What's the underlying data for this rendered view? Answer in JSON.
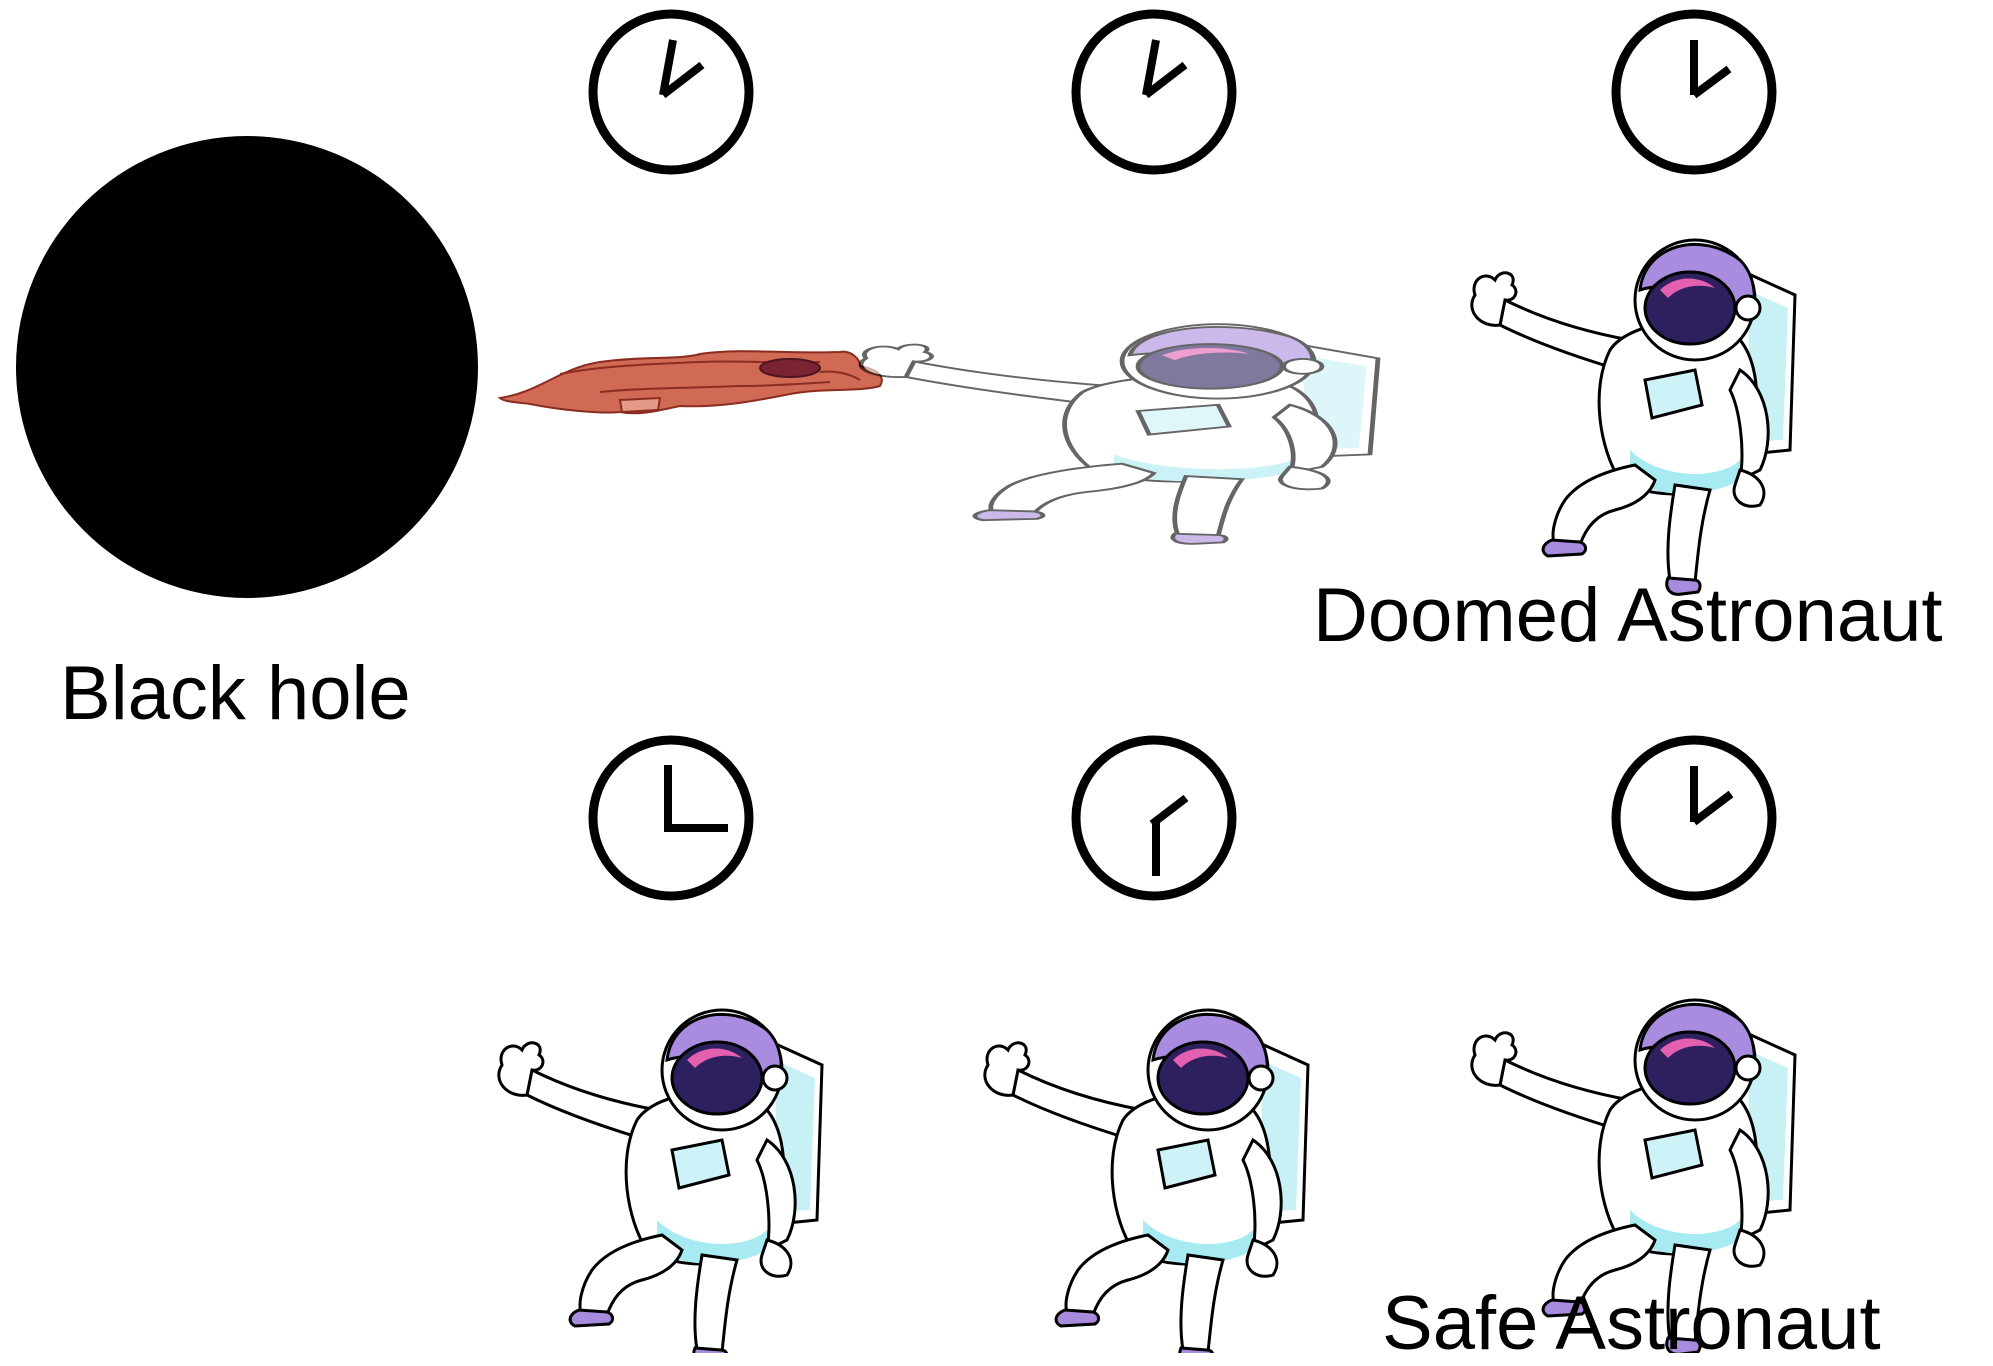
{
  "labels": {
    "black_hole": "Black hole",
    "doomed": "Doomed Astronaut",
    "safe": "Safe Astronaut"
  },
  "colors": {
    "ink": "#000000",
    "suit": "#ffffff",
    "visor": "#2e1f5e",
    "helmet_shell": "#a98be0",
    "suit_shadow": "#9fe4ee",
    "spaghettified": "#c9604c",
    "fading_suit": "#f6dcc8"
  },
  "icons": {
    "black_hole": "black-hole-disc",
    "clock": "clock-icon",
    "astronaut": "astronaut-icon",
    "remains": "spaghettified-remains"
  },
  "rows": [
    {
      "name": "doomed",
      "clocks_minutes": [
        7,
        7,
        5
      ],
      "astronaut_states": [
        "spaghettified",
        "stretched-fading",
        "intact"
      ]
    },
    {
      "name": "safe",
      "clocks_minutes": [
        15,
        2,
        5
      ],
      "astronaut_states": [
        "intact",
        "intact",
        "intact"
      ]
    }
  ]
}
